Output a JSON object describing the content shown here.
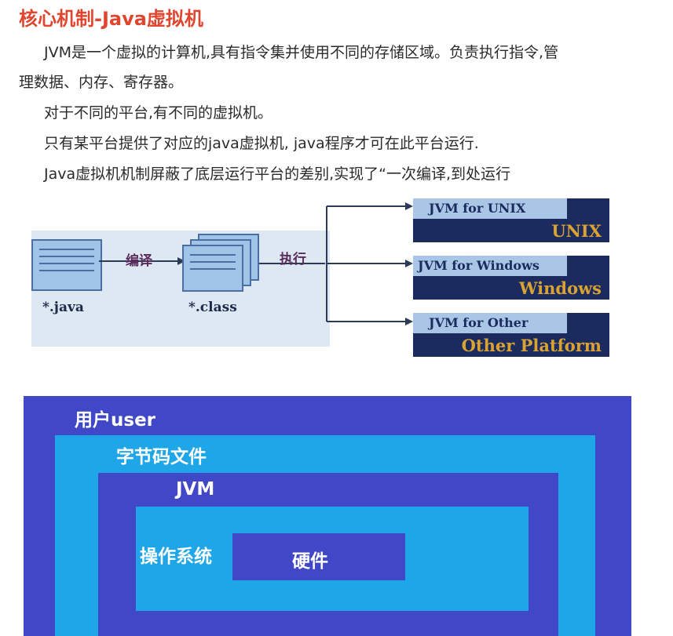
{
  "title": "核心机制-Java虚拟机",
  "paragraphs": [
    "JVM是一个虚拟的计算机,具有指令集并使用不同的存储区域。负责执行指令,管",
    "理数据、内存、寄存器。",
    "对于不同的平台,有不同的虚拟机。",
    "只有某平台提供了对应的java虚拟机, java程序才可在此平台运行.",
    "Java虚拟机机制屏蔽了底层运行平台的差别,实现了“一次编译,到处运行"
  ],
  "diagram": {
    "source_file": "*.java",
    "compile_label": "编译",
    "class_file": "*.class",
    "execute_label": "执行",
    "targets": [
      {
        "vm": "JVM for UNIX",
        "platform": "UNIX"
      },
      {
        "vm": "JVM for Windows",
        "platform": "Windows"
      },
      {
        "vm": "JVM for Other",
        "platform": "Other Platform"
      }
    ],
    "colors": {
      "vm_box": "#1b2b5e",
      "vm_head": "#a9c6e6",
      "platform_text": "#d9a233"
    }
  },
  "layers": {
    "user": "用户user",
    "bytecode": "字节码文件",
    "jvm": "JVM",
    "os": "操作系统",
    "hardware": "硬件",
    "colors": {
      "dark": "#4048c8",
      "light": "#1fa6e8"
    }
  }
}
